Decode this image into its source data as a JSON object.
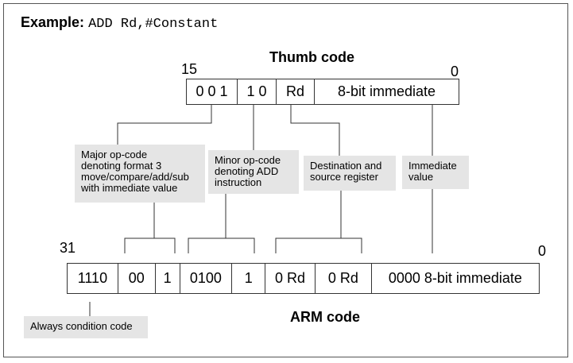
{
  "title": {
    "prefix": "Example:",
    "instruction": "ADD Rd,#Constant"
  },
  "thumb": {
    "heading": "Thumb code",
    "bit_high": "15",
    "bit_low": "0",
    "fields": [
      "0 0 1",
      "1 0",
      "Rd",
      "8-bit immediate"
    ]
  },
  "arm": {
    "heading": "ARM code",
    "bit_high": "31",
    "bit_low": "0",
    "fields": [
      "1110",
      "00",
      "1",
      "0100",
      "1",
      "0 Rd",
      "0 Rd",
      "0000 8-bit immediate"
    ]
  },
  "notes": {
    "major": "Major op-code\ndenoting format 3\nmove/compare/add/sub\nwith immediate value",
    "minor": "Minor op-code\ndenoting ADD\ninstruction",
    "dest": "Destination and\nsource register",
    "imm": "Immediate\nvalue",
    "cond": "Always condition code"
  }
}
